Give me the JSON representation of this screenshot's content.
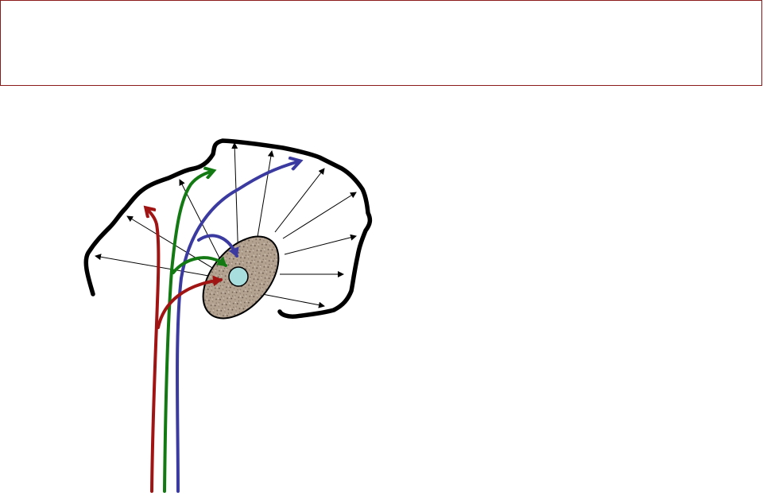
{
  "colors": {
    "background": "#ffffff",
    "title_box_border": "#8b1a1a",
    "outline": "#000000",
    "red_pathway": "#a01414",
    "green_pathway": "#137a13",
    "blue_pathway": "#3a3aa0",
    "nucleus_fill": "#b3a290",
    "nucleus_speckle": "#6e5e50",
    "center_circle": "#a9dede",
    "projection_arrows": "#000000"
  },
  "title_box": {
    "text": ""
  },
  "diagram": {
    "elements": [
      "brain-outline",
      "nucleus-ellipse",
      "center-circle",
      "red-pathway",
      "green-pathway",
      "blue-pathway",
      "radial-projection-arrows"
    ]
  }
}
